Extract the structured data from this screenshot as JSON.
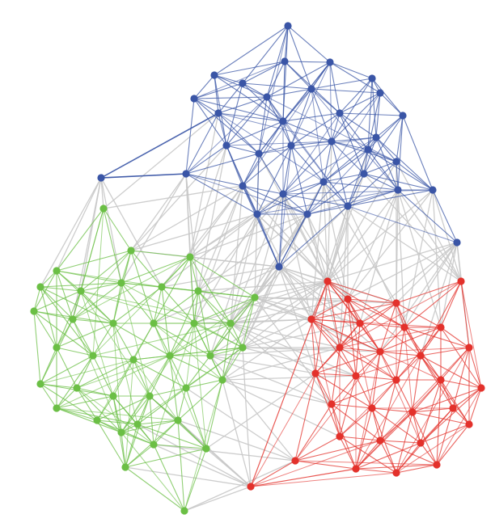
{
  "colors": {
    "background": "#ffffff",
    "blue": "#3a55a6",
    "green": "#6bbf45",
    "red": "#e3312b",
    "inter": "#c8c8c8"
  },
  "communities": [
    {
      "id": "blue",
      "name": ""
    },
    {
      "id": "green",
      "name": ""
    },
    {
      "id": "red",
      "name": ""
    }
  ]
}
